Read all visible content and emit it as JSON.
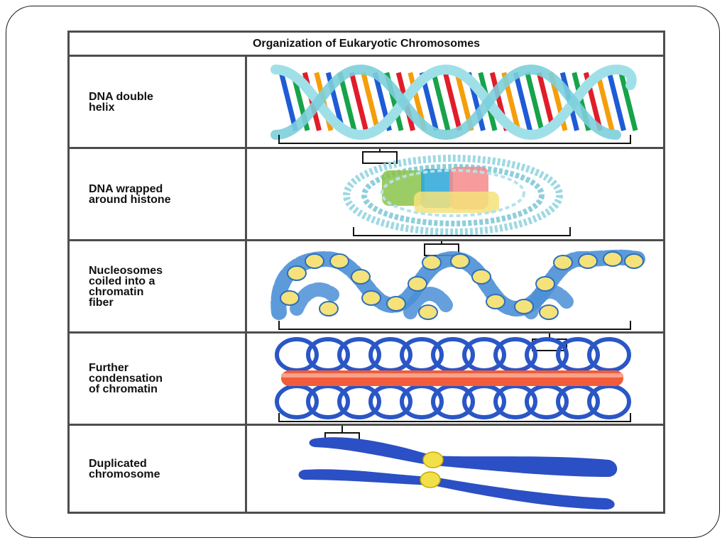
{
  "figure": {
    "title": "Organization of Eukaryotic Chromosomes",
    "rows": [
      {
        "label": "DNA double\nhelix"
      },
      {
        "label": "DNA wrapped\naround histone"
      },
      {
        "label": "Nucleosomes\ncoiled into a\nchromatin\nfiber"
      },
      {
        "label": "Further\ncondensation\nof chromatin"
      },
      {
        "label": "Duplicated\nchromosome"
      }
    ]
  },
  "colors": {
    "backbone": "#9fe0e8",
    "base_pairs": [
      "#1f5bd6",
      "#17a34a",
      "#e11d2a",
      "#f59e0b"
    ],
    "histone": "#f5e27a",
    "chromatin_loop": "#2a56c6",
    "scaffold": "#f25c3a",
    "chromosome": "#2b4fc4",
    "centromere": "#f2e04a"
  }
}
